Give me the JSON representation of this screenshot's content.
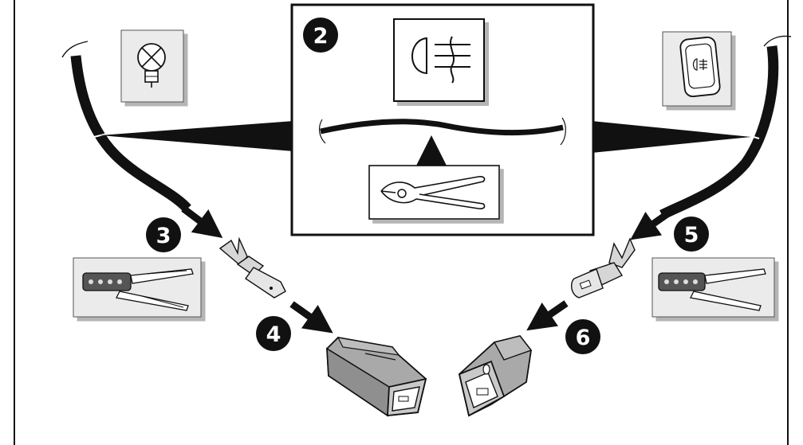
{
  "steps": {
    "step2": "2",
    "step3": "3",
    "step4": "4",
    "step5": "5",
    "step6": "6"
  },
  "icons": {
    "bulb": "bulb-icon",
    "fog_light": "fog-light-symbol-icon",
    "switch": "fog-light-switch-icon",
    "side_cutter": "side-cutter-pliers-icon",
    "crimper_left": "crimping-tool-icon",
    "crimper_right": "crimping-tool-icon",
    "male_terminal": "male-spade-terminal-icon",
    "female_terminal": "female-spade-terminal-icon",
    "male_housing": "connector-housing-male-icon",
    "female_housing": "connector-housing-female-icon"
  },
  "colors": {
    "ink": "#111111",
    "icon_bg": "#ebebeb",
    "connector": "#a9a9a9",
    "connector_face": "#c9c9c9",
    "terminal": "#d6d6d6"
  }
}
